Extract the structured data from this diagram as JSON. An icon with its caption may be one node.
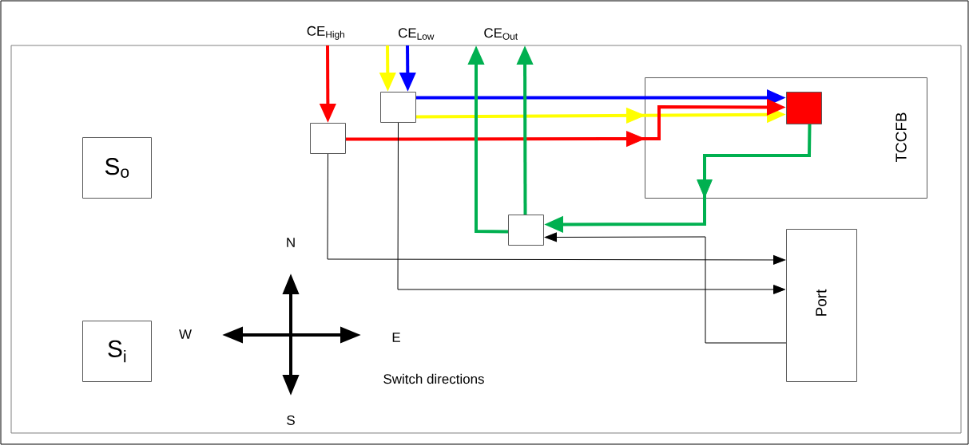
{
  "diagram": {
    "nodes": [
      {
        "text": [
          "CE$_{High}$"
        ]
      },
      {
        "text": [
          "CE$_{Low}$"
        ]
      },
      {
        "text": [
          "CE$_{Out}$"
        ]
      },
      {
        "text": [
          "S$_{o}$"
        ]
      },
      {
        "text": [
          "S$_{i}$"
        ]
      },
      {
        "text": [],
        "shape": "box"
      },
      {
        "text": [],
        "shape": "box"
      },
      {
        "text": [
          "TCCFB"
        ]
      },
      {
        "text": [],
        "shape": "box",
        "in": 7
      },
      {
        "text": [],
        "shape": "box"
      },
      {
        "text": [
          "Port"
        ]
      }
    ],
    "edges": [
      {
        "from": 0,
        "to": 5,
        "arrow": "to",
        "color": "#ff0000"
      },
      {
        "from": 1,
        "to": 6,
        "arrow": "to",
        "color": "#ffff00"
      },
      {
        "from": 1,
        "to": 6,
        "arrow": "to",
        "color": "#0000ff"
      },
      {
        "from": 6,
        "to": 8,
        "arrow": "to",
        "color": "#0000ff"
      },
      {
        "from": 6,
        "to": 8,
        "arrow": "to",
        "color": "#ffff00"
      },
      {
        "from": 5,
        "to": 8,
        "arrow": "to",
        "color": "#ff0000"
      },
      {
        "from": 8,
        "to": 9,
        "arrow": "to",
        "color": "#00b050"
      },
      {
        "from": 9,
        "to": 2,
        "arrow": "to",
        "color": "#00b050"
      },
      {
        "from": 9,
        "to": 2,
        "arrow": "to",
        "color": "#00b050"
      },
      {
        "from": 5,
        "to": 10,
        "arrow": "to",
        "color": "#000000"
      },
      {
        "from": 6,
        "to": 10,
        "arrow": "to",
        "color": "#000000"
      },
      {
        "from": 10,
        "to": 9,
        "arrow": "to",
        "color": "#000000"
      }
    ],
    "labels": [
      "N",
      "W",
      "E",
      "S",
      "Switch directions"
    ]
  }
}
